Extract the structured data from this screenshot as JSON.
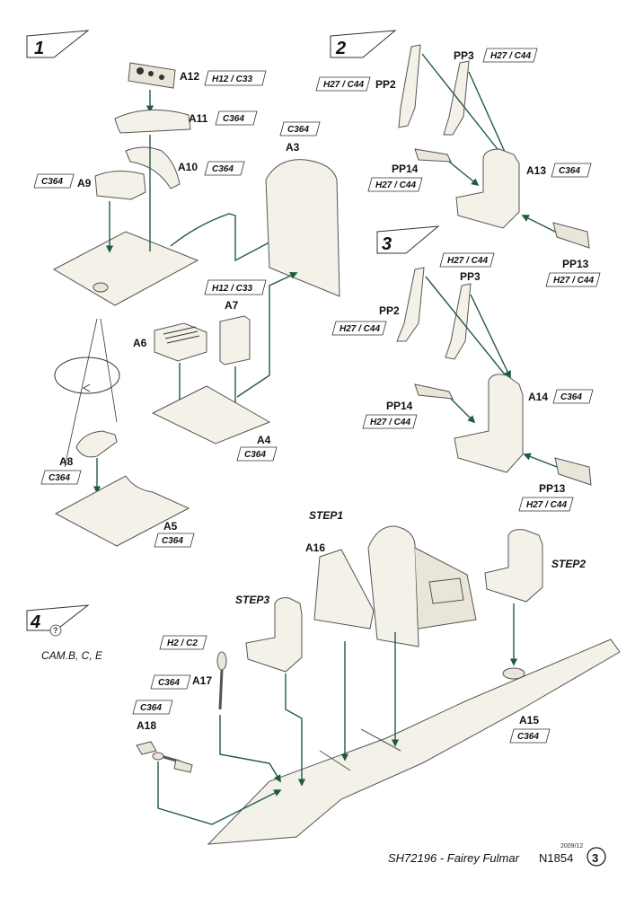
{
  "steps": {
    "s1": "1",
    "s2": "2",
    "s3": "3",
    "s4": "4"
  },
  "step_refs": {
    "step1": "STEP1",
    "step2": "STEP2",
    "step3": "STEP3"
  },
  "parts": {
    "A12": "A12",
    "A11": "A11",
    "A10": "A10",
    "A9": "A9",
    "A3": "A3",
    "A7": "A7",
    "A6": "A6",
    "A4": "A4",
    "A8": "A8",
    "A5": "A5",
    "PP2": "PP2",
    "PP3": "PP3",
    "PP14": "PP14",
    "A13": "A13",
    "PP13": "PP13",
    "A14": "A14",
    "A16": "A16",
    "A17": "A17",
    "A18": "A18",
    "A15": "A15"
  },
  "colors": {
    "c_h12_c33": "H12 / C33",
    "c_c364": "C364",
    "c_h27_c44": "H27 / C44",
    "c_h2_c2": "H2 / C2"
  },
  "camouflage": "CAM.B, C, E",
  "footer": {
    "date": "2009/12",
    "title": "SH72196 - Fairey Fulmar",
    "serial": "N1854",
    "page": "3"
  },
  "icons": {
    "step_flag": "step-flag-icon",
    "info": "question-info-icon",
    "rotate": "rotate-arrow-icon",
    "page_circle": "page-number-circle-icon"
  }
}
